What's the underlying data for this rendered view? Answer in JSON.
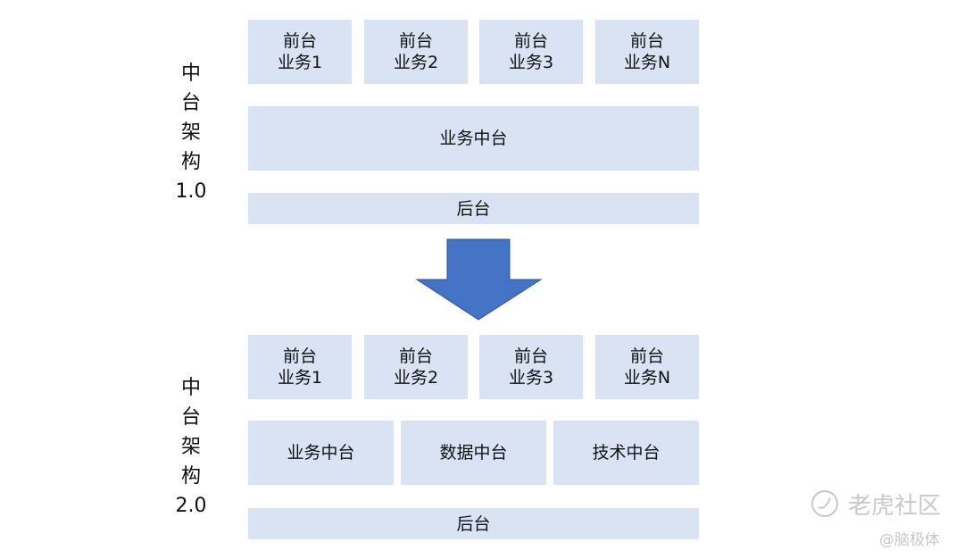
{
  "v1": {
    "label_chars": [
      "中",
      "台",
      "架",
      "构",
      "1.0"
    ],
    "front": [
      {
        "l1": "前台",
        "l2": "业务1"
      },
      {
        "l1": "前台",
        "l2": "业务2"
      },
      {
        "l1": "前台",
        "l2": "业务3"
      },
      {
        "l1": "前台",
        "l2": "业务N"
      }
    ],
    "middle": [
      "业务中台"
    ],
    "back": "后台"
  },
  "v2": {
    "label_chars": [
      "中",
      "台",
      "架",
      "构",
      "2.0"
    ],
    "front": [
      {
        "l1": "前台",
        "l2": "业务1"
      },
      {
        "l1": "前台",
        "l2": "业务2"
      },
      {
        "l1": "前台",
        "l2": "业务3"
      },
      {
        "l1": "前台",
        "l2": "业务N"
      }
    ],
    "middle": [
      "业务中台",
      "数据中台",
      "技术中台"
    ],
    "back": "后台"
  },
  "arrow_color": "#4472c4",
  "watermark": {
    "brand": "老虎社区",
    "author": "@脑极体"
  }
}
